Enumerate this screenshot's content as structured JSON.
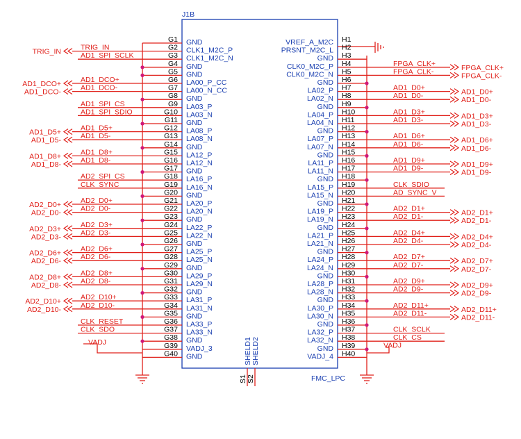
{
  "component": {
    "refdes": "J1B",
    "value": "FMC_LPC",
    "shield_pins": [
      {
        "num": "S1",
        "name": "SHELD1"
      },
      {
        "num": "S2",
        "name": "SHELD2"
      }
    ]
  },
  "colors": {
    "wire": "#e0201a",
    "junction": "#d0187a",
    "pin_name": "#1a3fb0",
    "pin_num": "#000000",
    "body": "#1a3fb0"
  },
  "power_symbols": [
    {
      "name": "ground-symbol",
      "count": 3
    }
  ],
  "left_pins": [
    {
      "num": "G1",
      "name": "GND",
      "net": ""
    },
    {
      "num": "G2",
      "name": "CLK1_M2C_P",
      "net": "TRIG_IN",
      "port": "TRIG_IN",
      "port_dir": "out"
    },
    {
      "num": "G3",
      "name": "CLK1_M2C_N",
      "net": "AD1_SPI_SCLK"
    },
    {
      "num": "G4",
      "name": "GND",
      "net": ""
    },
    {
      "num": "G5",
      "name": "GND",
      "net": ""
    },
    {
      "num": "G6",
      "name": "LA00_P_CC",
      "net": "AD1_DCO+",
      "port": "AD1_DCO+",
      "port_dir": "bi"
    },
    {
      "num": "G7",
      "name": "LA00_N_CC",
      "net": "AD1_DCO-",
      "port": "AD1_DCO-",
      "port_dir": "bi"
    },
    {
      "num": "G8",
      "name": "GND",
      "net": ""
    },
    {
      "num": "G9",
      "name": "LA03_P",
      "net": "AD1_SPI_CS"
    },
    {
      "num": "G10",
      "name": "LA03_N",
      "net": "AD1_SPI_SDIO"
    },
    {
      "num": "G11",
      "name": "GND",
      "net": ""
    },
    {
      "num": "G12",
      "name": "LA08_P",
      "net": "AD1_D5+",
      "port": "AD1_D5+",
      "port_dir": "bi"
    },
    {
      "num": "G13",
      "name": "LA08_N",
      "net": "AD1_D5-",
      "port": "AD1_D5-",
      "port_dir": "bi"
    },
    {
      "num": "G14",
      "name": "GND",
      "net": ""
    },
    {
      "num": "G15",
      "name": "LA12_P",
      "net": "AD1_D8+",
      "port": "AD1_D8+",
      "port_dir": "bi"
    },
    {
      "num": "G16",
      "name": "LA12_N",
      "net": "AD1_D8-",
      "port": "AD1_D8-",
      "port_dir": "bi"
    },
    {
      "num": "G17",
      "name": "GND",
      "net": ""
    },
    {
      "num": "G18",
      "name": "LA16_P",
      "net": "AD2_SPI_CS"
    },
    {
      "num": "G19",
      "name": "LA16_N",
      "net": "CLK_SYNC"
    },
    {
      "num": "G20",
      "name": "GND",
      "net": ""
    },
    {
      "num": "G21",
      "name": "LA20_P",
      "net": "AD2_D0+",
      "port": "AD2_D0+",
      "port_dir": "bi"
    },
    {
      "num": "G22",
      "name": "LA20_N",
      "net": "AD2_D0-",
      "port": "AD2_D0-",
      "port_dir": "bi"
    },
    {
      "num": "G23",
      "name": "GND",
      "net": ""
    },
    {
      "num": "G24",
      "name": "LA22_P",
      "net": "AD2_D3+",
      "port": "AD2_D3+",
      "port_dir": "bi"
    },
    {
      "num": "G25",
      "name": "LA22_N",
      "net": "AD2_D3-",
      "port": "AD2_D3-",
      "port_dir": "bi"
    },
    {
      "num": "G26",
      "name": "GND",
      "net": ""
    },
    {
      "num": "G27",
      "name": "LA25_P",
      "net": "AD2_D6+",
      "port": "AD2_D6+",
      "port_dir": "bi"
    },
    {
      "num": "G28",
      "name": "LA25_N",
      "net": "AD2_D6-",
      "port": "AD2_D6-",
      "port_dir": "bi"
    },
    {
      "num": "G29",
      "name": "GND",
      "net": ""
    },
    {
      "num": "G30",
      "name": "LA29_P",
      "net": "AD2_D8+",
      "port": "AD2_D8+",
      "port_dir": "bi"
    },
    {
      "num": "G31",
      "name": "LA29_N",
      "net": "AD2_D8-",
      "port": "AD2_D8-",
      "port_dir": "bi"
    },
    {
      "num": "G32",
      "name": "GND",
      "net": ""
    },
    {
      "num": "G33",
      "name": "LA31_P",
      "net": "AD2_D10+",
      "port": "AD2_D10+",
      "port_dir": "bi"
    },
    {
      "num": "G34",
      "name": "LA31_N",
      "net": "AD2_D10-",
      "port": "AD2_D10-",
      "port_dir": "bi"
    },
    {
      "num": "G35",
      "name": "GND",
      "net": ""
    },
    {
      "num": "G36",
      "name": "LA33_P",
      "net": "CLK_RESET"
    },
    {
      "num": "G37",
      "name": "LA33_N",
      "net": "CLK_SDO"
    },
    {
      "num": "G38",
      "name": "GND",
      "net": ""
    },
    {
      "num": "G39",
      "name": "VADJ_3",
      "net": "VADJ"
    },
    {
      "num": "G40",
      "name": "GND",
      "net": ""
    }
  ],
  "right_pins": [
    {
      "num": "H1",
      "name": "VREF_A_M2C",
      "net": ""
    },
    {
      "num": "H2",
      "name": "PRSNT_M2C_L",
      "net": ""
    },
    {
      "num": "H3",
      "name": "GND",
      "net": ""
    },
    {
      "num": "H4",
      "name": "CLK0_M2C_P",
      "net": "FPGA_CLK+",
      "port": "FPGA_CLK+",
      "port_dir": "bi"
    },
    {
      "num": "H5",
      "name": "CLK0_M2C_N",
      "net": "FPGA_CLK-",
      "port": "FPGA_CLK-",
      "port_dir": "bi"
    },
    {
      "num": "H6",
      "name": "GND",
      "net": ""
    },
    {
      "num": "H7",
      "name": "LA02_P",
      "net": "AD1_D0+",
      "port": "AD1_D0+",
      "port_dir": "bi"
    },
    {
      "num": "H8",
      "name": "LA02_N",
      "net": "AD1_D0-",
      "port": "AD1_D0-",
      "port_dir": "bi"
    },
    {
      "num": "H9",
      "name": "GND",
      "net": ""
    },
    {
      "num": "H10",
      "name": "LA04_P",
      "net": "AD1_D3+",
      "port": "AD1_D3+",
      "port_dir": "bi"
    },
    {
      "num": "H11",
      "name": "LA04_N",
      "net": "AD1_D3-",
      "port": "AD1_D3-",
      "port_dir": "bi"
    },
    {
      "num": "H12",
      "name": "GND",
      "net": ""
    },
    {
      "num": "H13",
      "name": "LA07_P",
      "net": "AD1_D6+",
      "port": "AD1_D6+",
      "port_dir": "bi"
    },
    {
      "num": "H14",
      "name": "LA07_N",
      "net": "AD1_D6-",
      "port": "AD1_D6-",
      "port_dir": "bi"
    },
    {
      "num": "H15",
      "name": "GND",
      "net": ""
    },
    {
      "num": "H16",
      "name": "LA11_P",
      "net": "AD1_D9+",
      "port": "AD1_D9+",
      "port_dir": "bi"
    },
    {
      "num": "H17",
      "name": "LA11_N",
      "net": "AD1_D9-",
      "port": "AD1_D9-",
      "port_dir": "bi"
    },
    {
      "num": "H18",
      "name": "GND",
      "net": ""
    },
    {
      "num": "H19",
      "name": "LA15_P",
      "net": "CLK_SDIO"
    },
    {
      "num": "H20",
      "name": "LA15_N",
      "net": "AD_SYNC_V"
    },
    {
      "num": "H21",
      "name": "GND",
      "net": ""
    },
    {
      "num": "H22",
      "name": "LA19_P",
      "net": "AD2_D1+",
      "port": "AD2_D1+",
      "port_dir": "bi"
    },
    {
      "num": "H23",
      "name": "LA19_N",
      "net": "AD2_D1-",
      "port": "AD2_D1-",
      "port_dir": "bi"
    },
    {
      "num": "H24",
      "name": "GND",
      "net": ""
    },
    {
      "num": "H25",
      "name": "LA21_P",
      "net": "AD2_D4+",
      "port": "AD2_D4+",
      "port_dir": "bi"
    },
    {
      "num": "H26",
      "name": "LA21_N",
      "net": "AD2_D4-",
      "port": "AD2_D4-",
      "port_dir": "bi"
    },
    {
      "num": "H27",
      "name": "GND",
      "net": ""
    },
    {
      "num": "H28",
      "name": "LA24_P",
      "net": "AD2_D7+",
      "port": "AD2_D7+",
      "port_dir": "bi"
    },
    {
      "num": "H29",
      "name": "LA24_N",
      "net": "AD2_D7-",
      "port": "AD2_D7-",
      "port_dir": "bi"
    },
    {
      "num": "H30",
      "name": "GND",
      "net": ""
    },
    {
      "num": "H31",
      "name": "LA28_P",
      "net": "AD2_D9+",
      "port": "AD2_D9+",
      "port_dir": "bi"
    },
    {
      "num": "H32",
      "name": "LA28_N",
      "net": "AD2_D9-",
      "port": "AD2_D9-",
      "port_dir": "bi"
    },
    {
      "num": "H33",
      "name": "GND",
      "net": ""
    },
    {
      "num": "H34",
      "name": "LA30_P",
      "net": "AD2_D11+",
      "port": "AD2_D11+",
      "port_dir": "bi"
    },
    {
      "num": "H35",
      "name": "LA30_N",
      "net": "AD2_D11-",
      "port": "AD2_D11-",
      "port_dir": "bi"
    },
    {
      "num": "H36",
      "name": "GND",
      "net": ""
    },
    {
      "num": "H37",
      "name": "LA32_P",
      "net": "CLK_SCLK"
    },
    {
      "num": "H38",
      "name": "LA32_N",
      "net": "CLK_CS"
    },
    {
      "num": "H39",
      "name": "GND",
      "net": ""
    },
    {
      "num": "H40",
      "name": "VADJ_4",
      "net": "VADJ"
    }
  ]
}
